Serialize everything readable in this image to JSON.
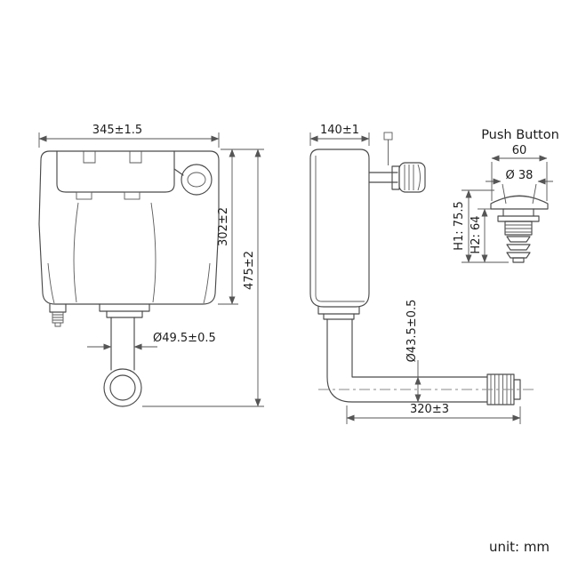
{
  "page": {
    "unit_label": "unit: mm"
  },
  "front_view": {
    "dims": {
      "width": "345±1.5",
      "body_height": "302±2",
      "total_height": "475±2",
      "outlet_diameter": "Ø49.5±0.5"
    }
  },
  "side_view": {
    "dims": {
      "depth": "140±1",
      "pipe_diameter": "Ø43.5±0.5",
      "pipe_length": "320±3"
    }
  },
  "push_button": {
    "title": "Push Button",
    "dims": {
      "width": "60",
      "button_diameter": "Ø 38",
      "h1": "H1: 75.5",
      "h2": "H2: 64"
    }
  },
  "colors": {
    "line": "#4a4a4a",
    "dimension": "#555555",
    "text": "#1c1c1c",
    "background": "#ffffff"
  }
}
